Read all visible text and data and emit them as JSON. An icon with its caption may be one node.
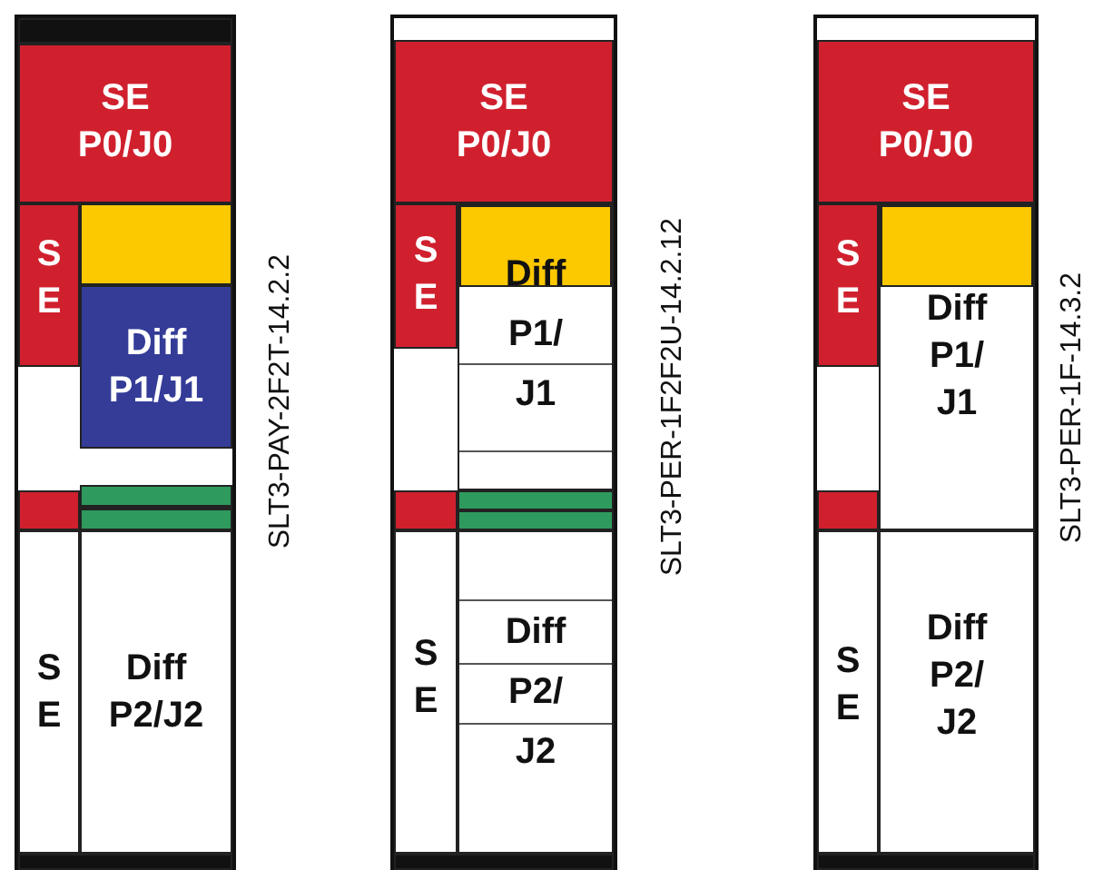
{
  "diagram": {
    "nodes": [
      {
        "text": [],
        "shape": "box",
        "beside": [
          "SLT3-PAY-2F2T-14.2.2"
        ]
      },
      {
        "text": [],
        "shape": "bar",
        "in": 0
      },
      {
        "text": [
          "SE P0/J0"
        ],
        "in": 0
      },
      {
        "text": [
          "S E"
        ],
        "in": 0
      },
      {
        "text": [],
        "shape": "bar",
        "in": 0
      },
      {
        "text": [
          "Diff P1/J1"
        ],
        "in": 0
      },
      {
        "text": [],
        "shape": "bar",
        "in": 0
      },
      {
        "text": [],
        "shape": "bar",
        "in": 0
      },
      {
        "text": [
          "S E"
        ],
        "in": 0
      },
      {
        "text": [
          "Diff P2/J2"
        ],
        "in": 0
      },
      {
        "text": [],
        "shape": "bar",
        "in": 0
      },
      {
        "text": [],
        "shape": "box",
        "beside": [
          "SLT3-PER-1F2F2U-14.2.12"
        ]
      },
      {
        "text": [
          "SE P0/J0"
        ],
        "in": 11
      },
      {
        "text": [
          "S E"
        ],
        "in": 11
      },
      {
        "text": [
          "Diff P1/ J1"
        ],
        "in": 11
      },
      {
        "text": [],
        "shape": "bar",
        "in": 14
      },
      {
        "text": [],
        "shape": "bar",
        "in": 11
      },
      {
        "text": [],
        "shape": "bar",
        "in": 11
      },
      {
        "text": [
          "S E"
        ],
        "in": 11
      },
      {
        "text": [
          "Diff P2/ J2"
        ],
        "in": 11
      },
      {
        "text": [],
        "shape": "bar",
        "in": 11
      },
      {
        "text": [],
        "shape": "box",
        "beside": [
          "SLT3-PER-1F-14.3.2"
        ]
      },
      {
        "text": [
          "SE P0/J0"
        ],
        "in": 21
      },
      {
        "text": [
          "S E"
        ],
        "in": 21
      },
      {
        "text": [
          "Diff P1/ J1"
        ],
        "in": 21
      },
      {
        "text": [],
        "shape": "bar",
        "in": 24
      },
      {
        "text": [],
        "shape": "bar",
        "in": 21
      },
      {
        "text": [
          "S E"
        ],
        "in": 21
      },
      {
        "text": [
          "Diff P2/ J2"
        ],
        "in": 21
      },
      {
        "text": [],
        "shape": "bar",
        "in": 21
      }
    ]
  }
}
